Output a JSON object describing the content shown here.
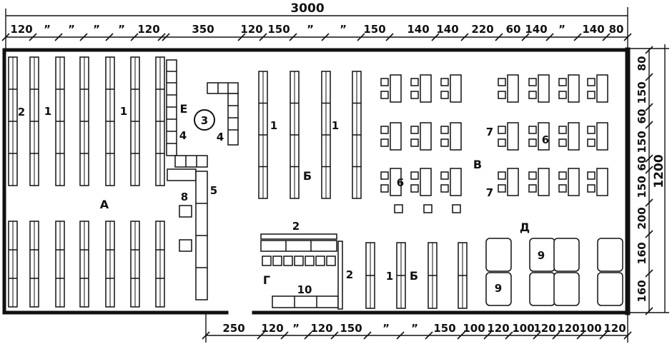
{
  "drawing": {
    "overall_length": "3000",
    "overall_depth": "1200",
    "top_dims": [
      "120",
      "”",
      "”",
      "”",
      "”",
      "120",
      "350",
      "120",
      "150",
      "”",
      "”",
      "150",
      "140",
      "140",
      "220",
      "60",
      "140",
      "”",
      "140",
      "80"
    ],
    "bottom_dims": [
      "250",
      "120",
      "”",
      "120",
      "150",
      "”",
      "”",
      "150",
      "100",
      "120",
      "100",
      "120",
      "120",
      "100",
      "120"
    ],
    "right_dims": [
      "80",
      "150",
      "60",
      "150",
      "60",
      "150",
      "200",
      "160",
      "160"
    ],
    "zone_labels": [
      "А",
      "Б",
      "Б",
      "В",
      "Г",
      "Д",
      "Е"
    ],
    "marks": [
      "2",
      "1",
      "1",
      "4",
      "4",
      "8",
      "5",
      "1",
      "1",
      "6",
      "6",
      "7",
      "7",
      "2",
      "1",
      "2",
      "9",
      "9",
      "10"
    ],
    "circle_mark": "3"
  }
}
